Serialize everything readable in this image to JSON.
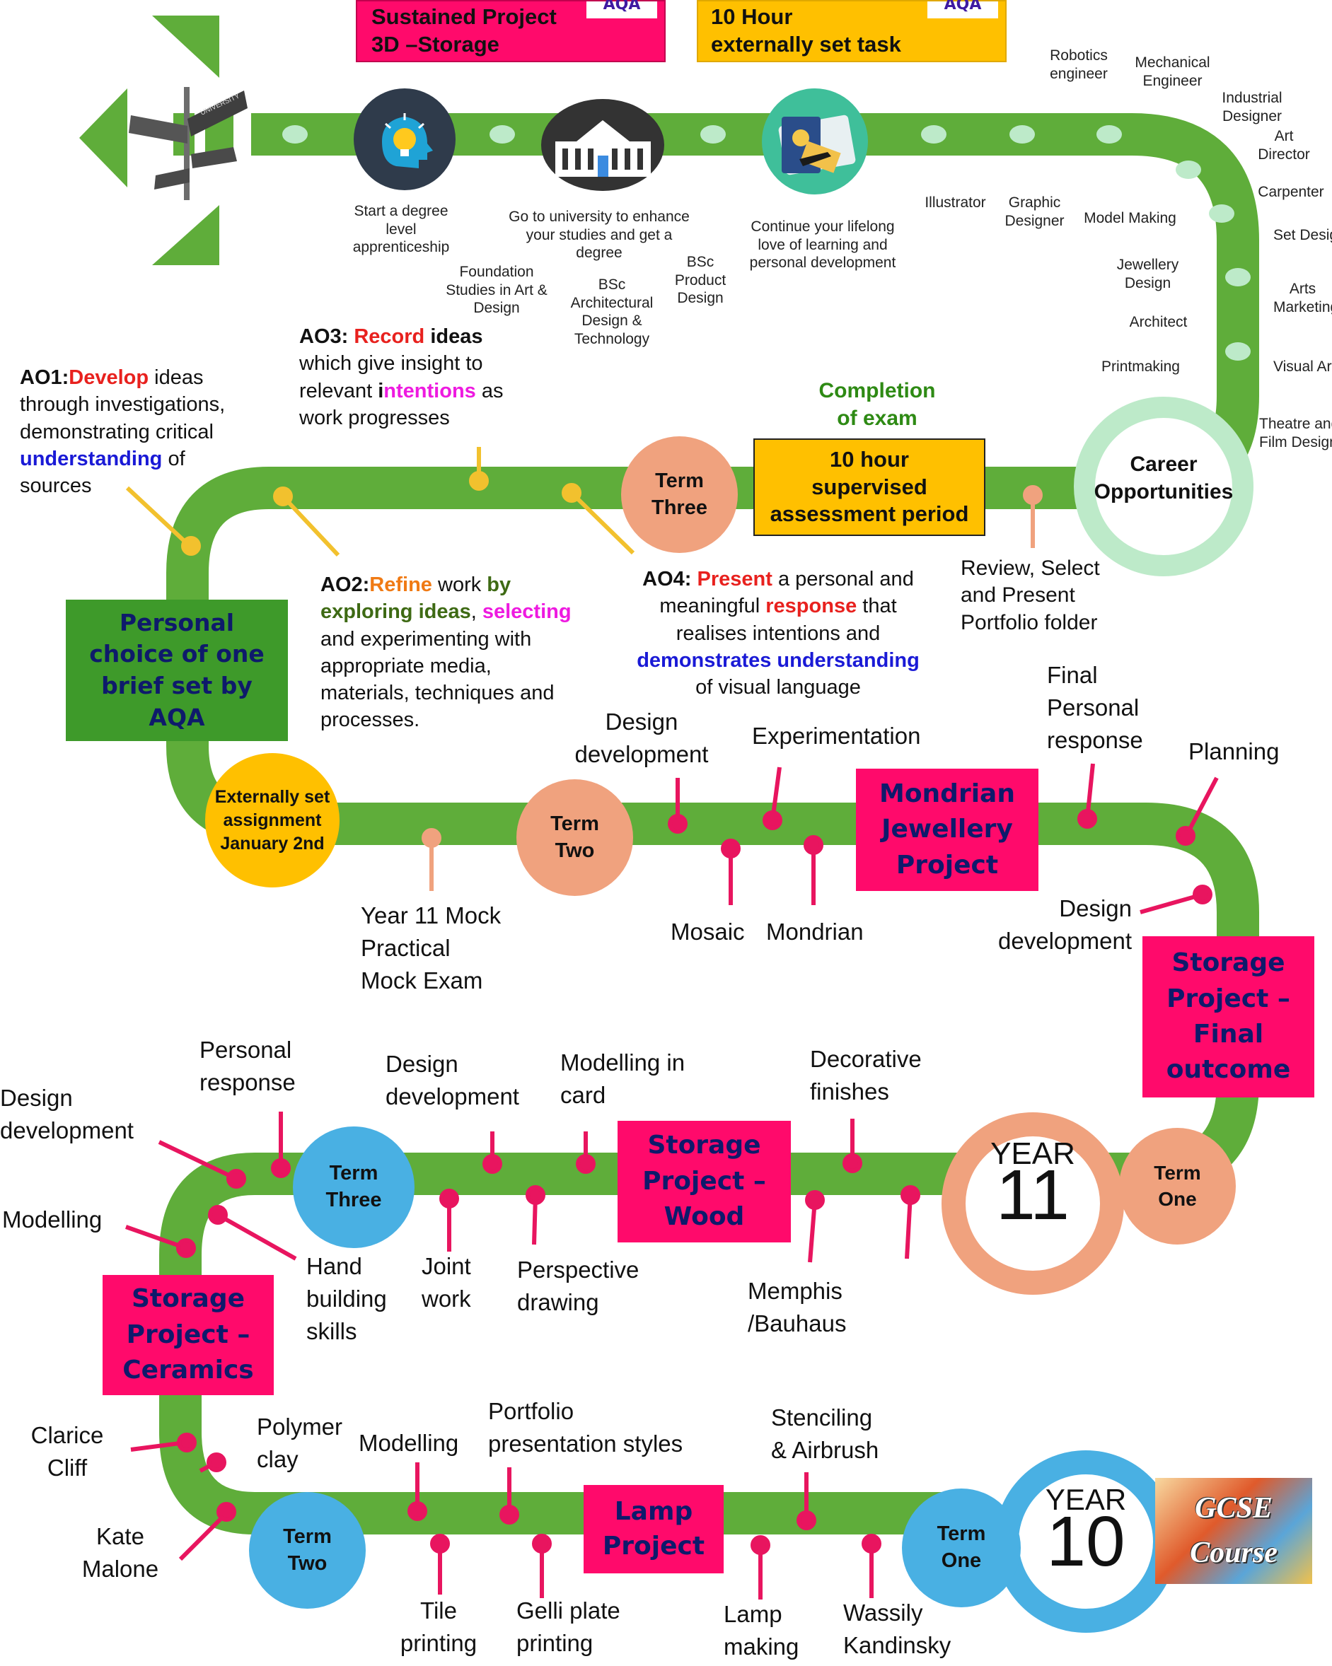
{
  "colors": {
    "road": "#5fad3a",
    "pink": "#ff0a6b",
    "yellow": "#ffc000",
    "peach": "#f0a27e",
    "blue": "#49b0e3",
    "darkgreen": "#3e9a2a"
  },
  "top_boxes": {
    "sustained": "Sustained Project\n3D –Storage",
    "externally": "10 Hour\nexternally set task",
    "logo": "AQA"
  },
  "icons": [
    "signpost-icon",
    "lightbulb-head-icon",
    "university-building-icon",
    "passport-travel-icon"
  ],
  "future": {
    "apprenticeship": "Start a degree\nlevel\napprenticeship",
    "university": "Go to university to enhance\nyour studies and get a\ndegree",
    "lifelong": "Continue your lifelong\nlove of learning and\npersonal development",
    "foundation": "Foundation\nStudies in Art &\nDesign",
    "architectural": "BSc\nArchitectural\nDesign &\nTechnology",
    "product": "BSc\nProduct\nDesign"
  },
  "careers": {
    "title": "Career\nOpportunities",
    "items": [
      "Robotics\nengineer",
      "Mechanical\nEngineer",
      "Industrial\nDesigner",
      "Art\nDirector",
      "Carpenter",
      "Set Design",
      "Arts\nMarketing",
      "Visual Arts",
      "Theatre and\nFilm Design",
      "Illustrator",
      "Graphic\nDesigner",
      "Model Making",
      "Jewellery\nDesign",
      "Architect",
      "Printmaking"
    ]
  },
  "ao": {
    "ao1": {
      "code": "AO1:",
      "verb": "Develop",
      "t1": " ideas\nthrough investigations,\ndemonstrating critical\n",
      "key": "understanding",
      "t2": " of\nsources"
    },
    "ao2": {
      "code": "AO2:",
      "verb": "Refine",
      "t1": " work ",
      "by": "by",
      "explore": "exploring ideas",
      "comma": ", ",
      "select": "selecting",
      "t2": "\nand experimenting with\nappropriate media,\nmaterials, techniques and\nprocesses."
    },
    "ao3": {
      "code": "AO3: ",
      "verb": "Record",
      "t1": " ideas",
      "t2": "which give insight to\nrelevant ",
      "i": "i",
      "intent": "ntentions",
      "t3": " as\nwork progresses"
    },
    "ao4": {
      "code": "AO4: ",
      "verb": "Present",
      "t1": " a personal and\nmeaningful ",
      "resp": "response",
      "t2": " that\nrealises intentions and",
      "demo": "demonstrates understanding",
      "t3": "of visual language"
    }
  },
  "year11": {
    "completion": "Completion\nof exam",
    "supervised": "10 hour\nsupervised\nassessment period",
    "term_three": "Term\nThree",
    "review": "Review, Select\nand Present\nPortfolio folder",
    "personal_choice": "Personal\nchoice of one\nbrief set by\nAQA",
    "externally_set": "Externally set\nassignment\nJanuary 2nd",
    "term_two": "Term\nTwo",
    "mock": "Year 11 Mock\nPractical\nMock Exam",
    "design_dev": "Design\ndevelopment",
    "experimentation": "Experimentation",
    "mondrian_project": "Mondrian\nJewellery\nProject",
    "final_personal": "Final\nPersonal\nresponse",
    "planning": "Planning",
    "mosaic": "Mosaic",
    "mondrian": "Mondrian",
    "design_dev2": "Design\ndevelopment",
    "storage_final": "Storage\nProject –\nFinal\noutcome",
    "year_label": "YEAR",
    "year_num": "11",
    "term_one": "Term\nOne"
  },
  "year10_upper": {
    "personal_response": "Personal\nresponse",
    "design_dev_a": "Design\ndevelopment",
    "modelling_card": "Modelling in\ncard",
    "decorative": "Decorative\nfinishes",
    "design_dev_left": "Design\ndevelopment",
    "term_three": "Term\nThree",
    "storage_wood": "Storage\nProject –\nWood",
    "modelling": "Modelling",
    "hand_building": "Hand\nbuilding\nskills",
    "joint_work": "Joint\nwork",
    "perspective": "Perspective\ndrawing",
    "memphis": "Memphis\n/Bauhaus",
    "storage_ceramics": "Storage\nProject –\nCeramics"
  },
  "year10_lower": {
    "clarice": "Clarice\nCliff",
    "polymer": "Polymer\nclay",
    "modelling": "Modelling",
    "portfolio": "Portfolio\npresentation styles",
    "stenciling": "Stenciling\n& Airbrush",
    "kate": "Kate\nMalone",
    "term_two": "Term\nTwo",
    "lamp_project": "Lamp\nProject",
    "term_one": "Term\nOne",
    "year_label": "YEAR",
    "year_num": "10",
    "gcse": "GCSE\nCourse",
    "tile": "Tile\nprinting",
    "gelli": "Gelli plate\nprinting",
    "lamp_making": "Lamp\nmaking",
    "wassily": "Wassily\nKandinsky"
  }
}
